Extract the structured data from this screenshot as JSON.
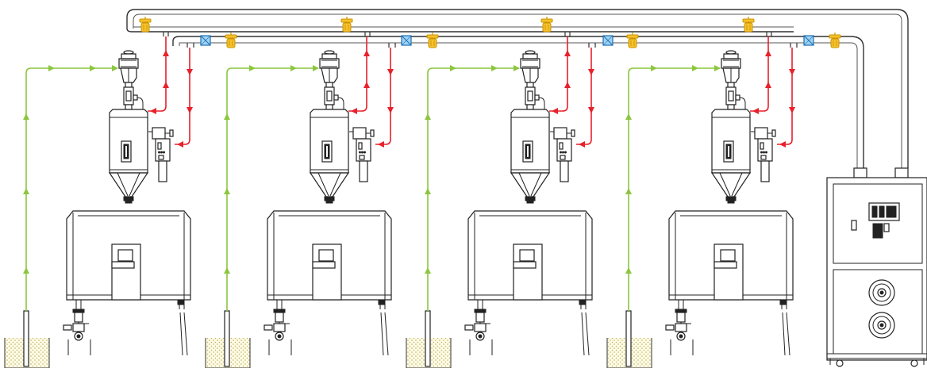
{
  "diagram": {
    "stations": [
      {
        "id": "station-1"
      },
      {
        "id": "station-2"
      },
      {
        "id": "station-3"
      },
      {
        "id": "station-4"
      }
    ],
    "colors": {
      "material_line": "#8cc63f",
      "air_line": "#e8212b",
      "valve_yellow": "#f6c12b",
      "valve_blue": "#9fd3f2",
      "outline": "#222222"
    },
    "icons": [
      "material-hopper-icon",
      "vacuum-loader-icon",
      "dryer-hopper-icon",
      "blower-icon",
      "control-cabinet-icon",
      "yellow-valve-icon",
      "blue-filter-valve-icon"
    ]
  }
}
